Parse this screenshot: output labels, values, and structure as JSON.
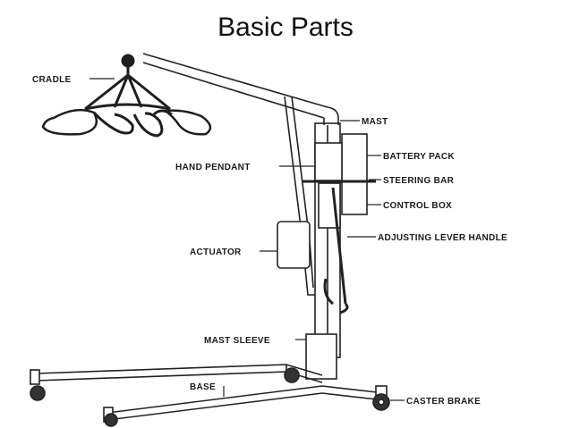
{
  "title": "Basic Parts",
  "labels": {
    "cradle": "CRADLE",
    "mast": "MAST",
    "battery_pack": "BATTERY PACK",
    "hand_pendant": "HAND PENDANT",
    "steering_bar": "STEERING BAR",
    "control_box": "CONTROL BOX",
    "adjusting_lever_handle": "ADJUSTING LEVER HANDLE",
    "actuator": "ACTUATOR",
    "mast_sleeve": "MAST SLEEVE",
    "base": "BASE",
    "caster_brake": "CASTER BRAKE"
  }
}
